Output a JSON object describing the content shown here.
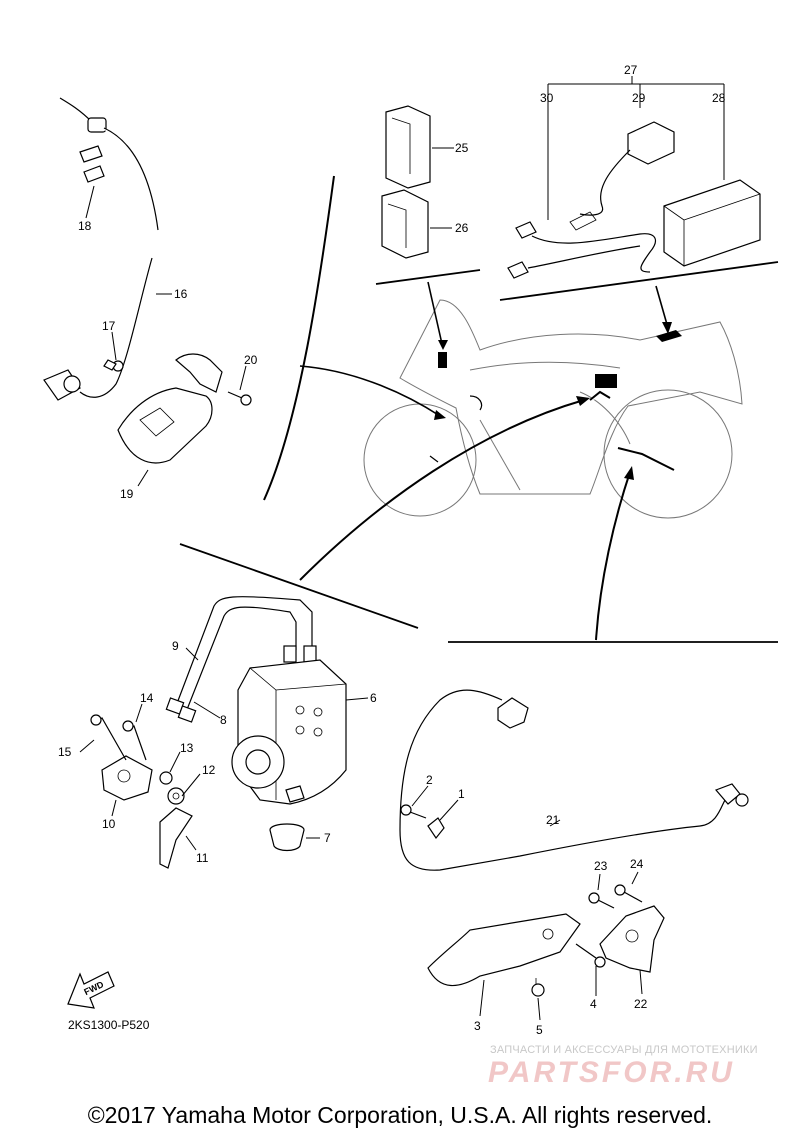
{
  "callouts": {
    "c1": "1",
    "c2": "2",
    "c3": "3",
    "c4": "4",
    "c5": "5",
    "c6": "6",
    "c7": "7",
    "c8": "8",
    "c9": "9",
    "c10": "10",
    "c11": "11",
    "c12": "12",
    "c13": "13",
    "c14": "14",
    "c15": "15",
    "c16": "16",
    "c17": "17",
    "c18": "18",
    "c19": "19",
    "c20": "20",
    "c21": "21",
    "c22": "22",
    "c23": "23",
    "c24": "24",
    "c25": "25",
    "c26": "26",
    "c27": "27",
    "c28": "28",
    "c29": "29",
    "c30": "30"
  },
  "fwd_label": "FWD",
  "diagram_code": "2KS1300-P520",
  "watermark": {
    "tagline": "ЗАПЧАСТИ И АКСЕССУАРЫ ДЛЯ МОТОТЕХНИКИ",
    "logo": "PARTSFOR.RU"
  },
  "copyright": "©2017 Yamaha Motor Corporation, U.S.A. All rights reserved.",
  "colors": {
    "lines": "#000000",
    "bike_outline": "#777777",
    "watermark_logo": "#f1c7c7"
  }
}
